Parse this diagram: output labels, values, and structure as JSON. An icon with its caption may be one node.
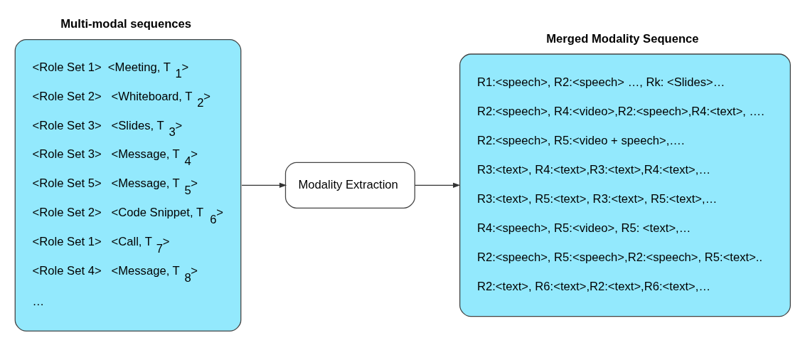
{
  "diagram": {
    "nodes": [
      {
        "text": [
          "Multi-modal sequences",
          "<Role Set 1>  <Meeting, T$_{1}$>",
          "<Role Set 2>   <Whiteboard, T$_{2}$>",
          "<Role Set 3>   <Slides, T$_{3}$>",
          "<Role Set 3>   <Message, T$_{4}$>",
          "<Role Set 5>   <Message, T$_{5}$>",
          "<Role Set 2>   <Code Snippet, T$_{6}$>",
          "<Role Set 1>   <Call, T$_{7}$>",
          "<Role Set 4>   <Message, T$_{8}$>",
          "…"
        ]
      },
      {
        "text": [
          "Modality Extraction"
        ]
      },
      {
        "text": [
          "Merged Modality Sequence",
          "R1:<speech>, R2:<speech> …, Rk: <Slides>…",
          "R2:<speech>, R4:<video>,R2:<speech>,R4:<text>, ….",
          "R2:<speech>, R5:<video + speech>,….",
          "R3:<text>, R4:<text>,R3:<text>,R4:<text>,…",
          "R3:<text>, R5:<text>, R3:<text>, R5:<text>,…",
          "R4:<speech>, R5:<video>, R5: <text>,…",
          "R2:<speech>, R5:<speech>,R2:<speech>, R5:<text>..",
          "R2:<text>, R6:<text>,R2:<text>,R6:<text>,…"
        ]
      }
    ],
    "edges": [
      {
        "from": 0,
        "to": 1,
        "arrow": "to"
      },
      {
        "from": 1,
        "to": 2,
        "arrow": "to"
      }
    ]
  }
}
